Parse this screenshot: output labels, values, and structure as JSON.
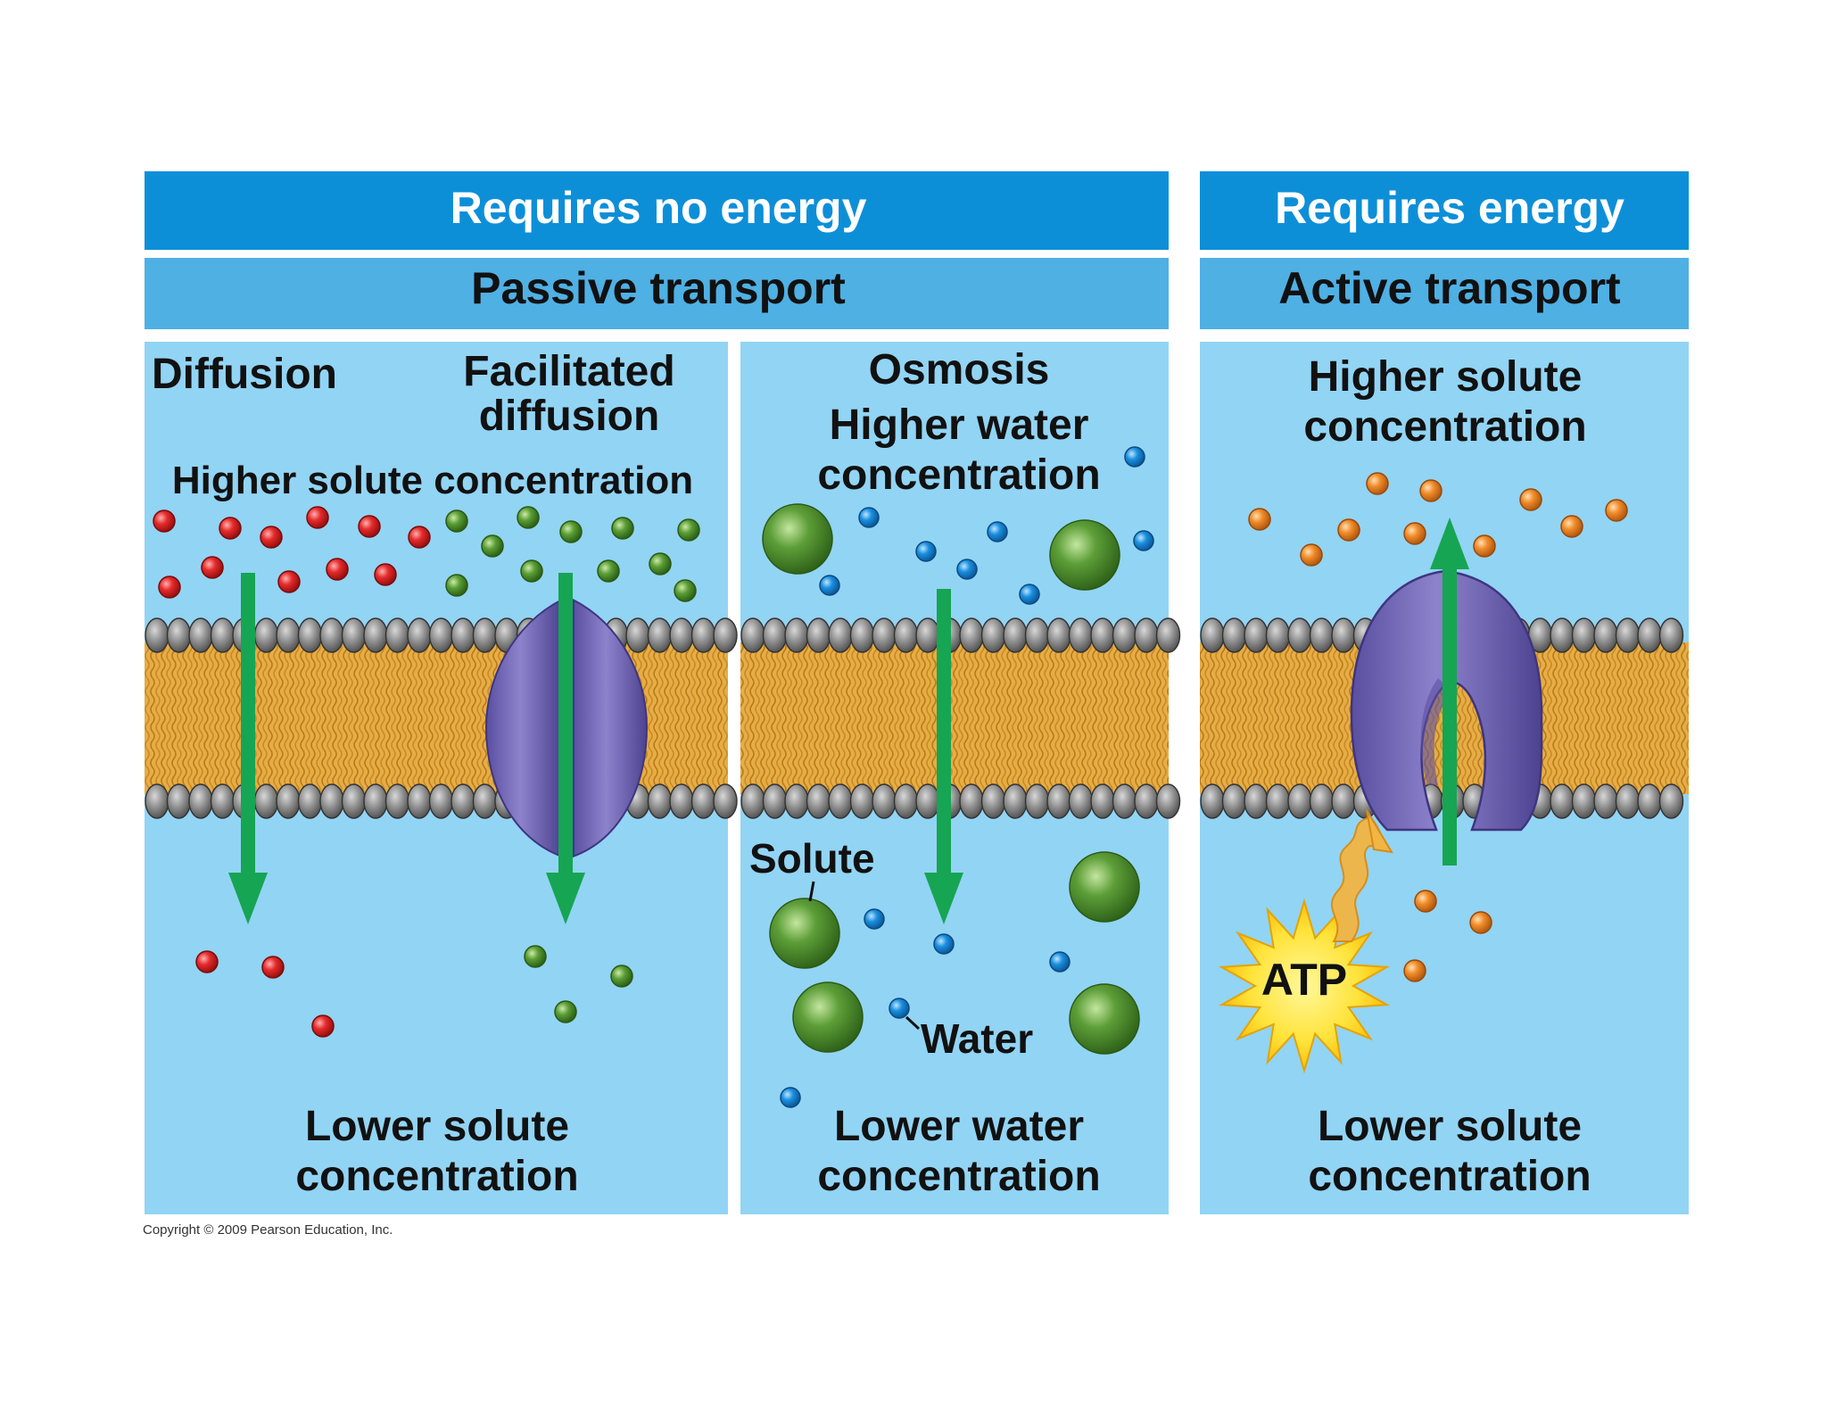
{
  "headers": {
    "no_energy": "Requires no energy",
    "energy": "Requires energy",
    "passive": "Passive transport",
    "active": "Active transport"
  },
  "diffusion": {
    "title": "Diffusion",
    "facilitated_line1": "Facilitated",
    "facilitated_line2": "diffusion",
    "higher": "Higher solute concentration",
    "lower_line1": "Lower solute",
    "lower_line2": "concentration"
  },
  "osmosis": {
    "title": "Osmosis",
    "higher_line1": "Higher water",
    "higher_line2": "concentration",
    "solute_label": "Solute",
    "water_label": "Water",
    "lower_line1": "Lower water",
    "lower_line2": "concentration"
  },
  "active": {
    "higher_line1": "Higher solute",
    "higher_line2": "concentration",
    "atp": "ATP",
    "lower_line1": "Lower solute",
    "lower_line2": "concentration"
  },
  "copyright": "Copyright © 2009 Pearson Education, Inc.",
  "colors": {
    "header_dark": "#0d8fd8",
    "header_light": "#4fb0e4",
    "panel": "#92d4f4",
    "arrow": "#16a553",
    "protein": "#7468b8",
    "lipid_tail": "#e6ad45",
    "lipid_head": "#8d8d8d",
    "red_solute": "#e52b2b",
    "green_solute": "#5a9e36",
    "blue_water": "#1a8fe0",
    "orange_solute": "#f08c2a"
  }
}
